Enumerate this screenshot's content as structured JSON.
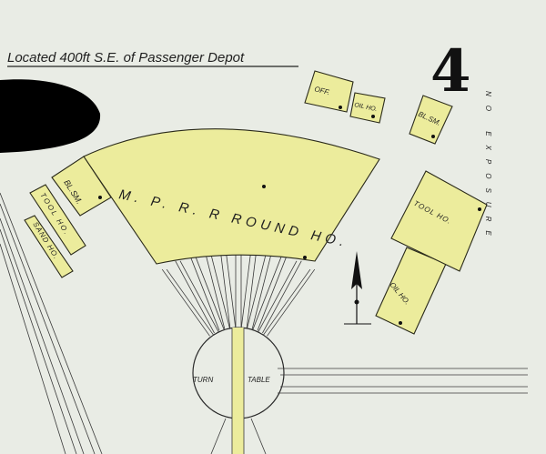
{
  "header": {
    "location_note": "Located 400ft S.E. of Passenger Depot",
    "sheet_number": "4"
  },
  "buildings": {
    "roundhouse": "M. P. R. R ROUND HO.",
    "blacksmith_left": "BL.SM.",
    "tool_house_left": "TOOL HO.",
    "sand_house": "SAND HO.",
    "office": "OFF.",
    "oil_house_small": "OIL HO.",
    "blacksmith_right": "BL.SM.",
    "tool_house_right": "TOOL HO.",
    "oil_house_right": "OIL HO."
  },
  "turntable": {
    "left": "TURN",
    "right": "TABLE"
  },
  "side_note": "NO EXPOSURE",
  "colors": {
    "building": "#ecec9c",
    "paper": "#e9ece5"
  }
}
